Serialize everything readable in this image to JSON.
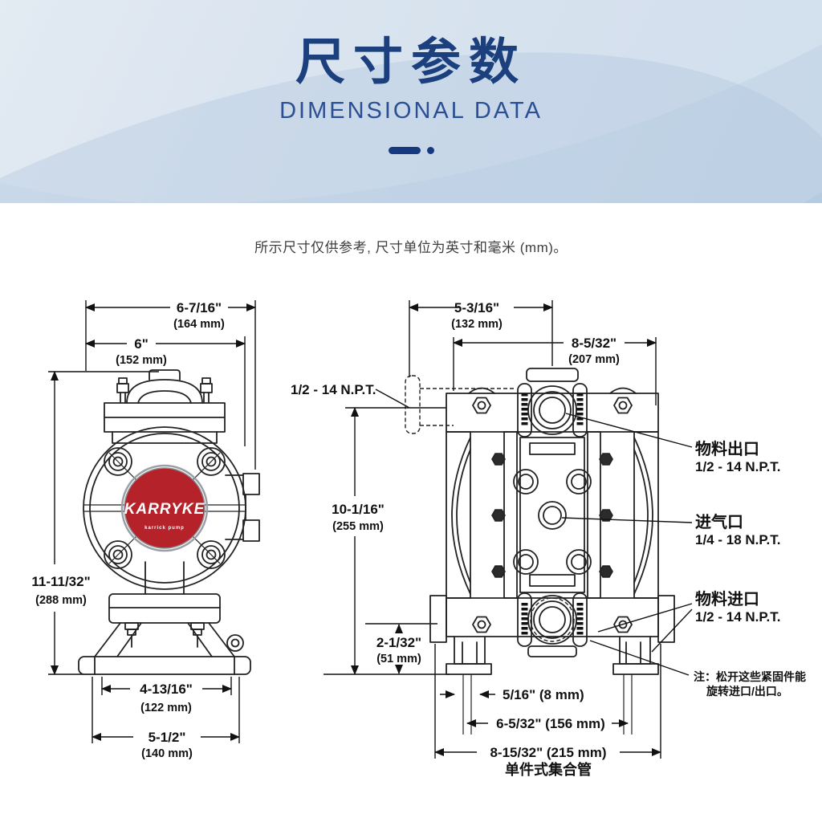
{
  "header": {
    "title": "尺寸参数",
    "subtitle": "DIMENSIONAL DATA"
  },
  "note": "所示尺寸仅供参考, 尺寸单位为英寸和毫米 (mm)。",
  "logo": {
    "brand": "KARRYKE",
    "tagline": "karrick pump"
  },
  "colors": {
    "accent_navy": "#16387f",
    "title_blue": "#1c3f7e",
    "subtitle_blue": "#2a4f94",
    "logo_red": "#b6222a",
    "line": "#222222"
  },
  "side_view": {
    "dim_width_outer_in": "6-7/16\"",
    "dim_width_outer_mm": "(164 mm)",
    "dim_width_inner_in": "6\"",
    "dim_width_inner_mm": "(152 mm)",
    "dim_height_in": "11-11/32\"",
    "dim_height_mm": "(288 mm)",
    "dim_base_inner_in": "4-13/16\"",
    "dim_base_inner_mm": "(122 mm)",
    "dim_base_outer_in": "5-1/2\"",
    "dim_base_outer_mm": "(140 mm)"
  },
  "front_view": {
    "dim_top_in": "5-3/16\"",
    "dim_top_mm": "(132 mm)",
    "dim_width_in": "8-5/32\"",
    "dim_width_mm": "(207 mm)",
    "dim_height_in": "10-1/16\"",
    "dim_height_mm": "(255 mm)",
    "dim_port_in": "2-1/32\"",
    "dim_port_mm": "(51 mm)",
    "npt_side": "1/2 - 14 N.P.T.",
    "outlet_label": "物料出口",
    "outlet_npt": "1/2 - 14 N.P.T.",
    "air_label": "进气口",
    "air_npt": "1/4 - 18 N.P.T.",
    "inlet_label": "物料进口",
    "inlet_npt": "1/2 - 14 N.P.T.",
    "note_line1": "注：松开这些紧固件能",
    "note_line2": "旋转进口/出口。",
    "dim_stud": "5/16\" (8 mm)",
    "dim_span": "6-5/32\" (156 mm)",
    "dim_manifold": "8-15/32\" (215 mm)",
    "manifold_label": "单件式集合管"
  }
}
